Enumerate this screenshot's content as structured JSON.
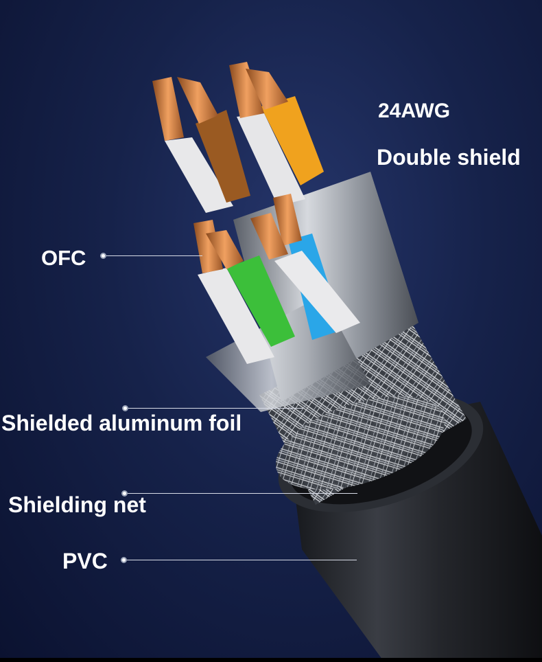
{
  "specs": {
    "gauge": "24AWG",
    "shield": "Double shield"
  },
  "callouts": {
    "ofc": "OFC",
    "foil": "Shielded aluminum foil",
    "net": "Shielding net",
    "pvc": "PVC"
  },
  "colors": {
    "background": "#16224a",
    "copper": "#c8763a",
    "wire_orange": "#f0a21e",
    "wire_brown": "#9a5a22",
    "wire_green": "#3cbf3a",
    "wire_blue": "#2aa6e8",
    "wire_white": "#e8e8e8",
    "jacket": "#2a2c30"
  }
}
